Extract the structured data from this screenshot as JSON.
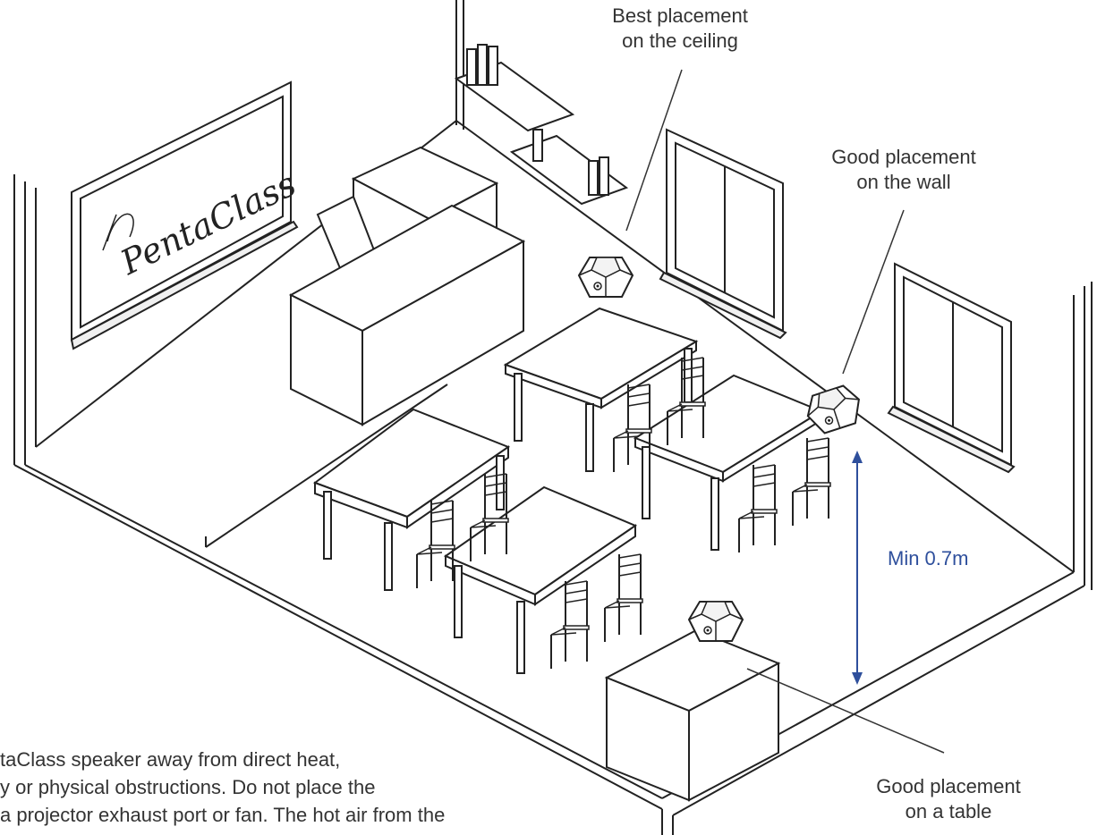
{
  "board": {
    "brand": "PentaClass"
  },
  "labels": {
    "ceiling": [
      "Best placement",
      "on the ceiling"
    ],
    "wall": [
      "Good placement",
      "on the wall"
    ],
    "table": [
      "Good placement",
      "on a table"
    ]
  },
  "dimension": {
    "text": "Min 0.7m"
  },
  "note": {
    "lines": [
      "taClass speaker away from direct heat,",
      "y or physical obstructions. Do not place the",
      "a projector exhaust port or fan. The hot air from the"
    ]
  },
  "colors": {
    "line": "#222222",
    "dimension": "#2e4f9c",
    "text": "#333333"
  }
}
